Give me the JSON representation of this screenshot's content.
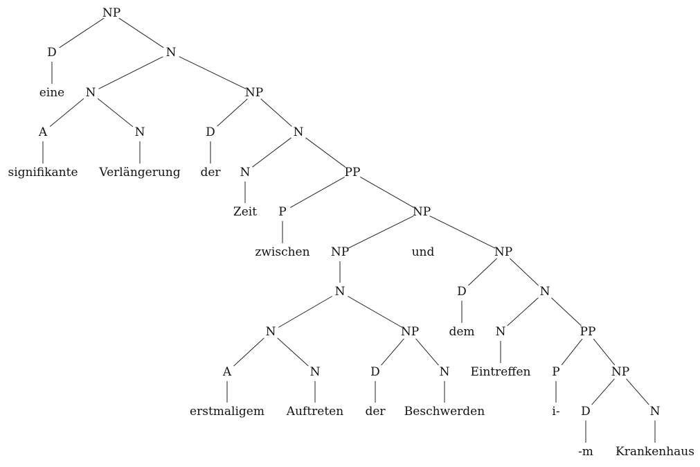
{
  "tree": {
    "nodes": [
      {
        "id": "n0",
        "label": "NP"
      },
      {
        "id": "n1",
        "label": "D"
      },
      {
        "id": "n2",
        "label": "N"
      },
      {
        "id": "n3",
        "label": "eine"
      },
      {
        "id": "n4",
        "label": "N"
      },
      {
        "id": "n5",
        "label": "NP"
      },
      {
        "id": "n6",
        "label": "A"
      },
      {
        "id": "n7",
        "label": "N"
      },
      {
        "id": "n8",
        "label": "D"
      },
      {
        "id": "n9",
        "label": "N"
      },
      {
        "id": "n10",
        "label": "signifikante"
      },
      {
        "id": "n11",
        "label": "Verlängerung"
      },
      {
        "id": "n12",
        "label": "der"
      },
      {
        "id": "n13",
        "label": "N"
      },
      {
        "id": "n14",
        "label": "PP"
      },
      {
        "id": "n15",
        "label": "Zeit"
      },
      {
        "id": "n16",
        "label": "P"
      },
      {
        "id": "n17",
        "label": "NP"
      },
      {
        "id": "n18",
        "label": "zwischen"
      },
      {
        "id": "n19",
        "label": "NP"
      },
      {
        "id": "n20",
        "label": "und"
      },
      {
        "id": "n21",
        "label": "NP"
      },
      {
        "id": "n22",
        "label": "N"
      },
      {
        "id": "n23",
        "label": "D"
      },
      {
        "id": "n24",
        "label": "N"
      },
      {
        "id": "n25",
        "label": "N"
      },
      {
        "id": "n26",
        "label": "NP"
      },
      {
        "id": "n27",
        "label": "dem"
      },
      {
        "id": "n28",
        "label": "N"
      },
      {
        "id": "n29",
        "label": "PP"
      },
      {
        "id": "n30",
        "label": "A"
      },
      {
        "id": "n31",
        "label": "N"
      },
      {
        "id": "n32",
        "label": "D"
      },
      {
        "id": "n33",
        "label": "N"
      },
      {
        "id": "n34",
        "label": "Eintreffen"
      },
      {
        "id": "n35",
        "label": "P"
      },
      {
        "id": "n36",
        "label": "NP"
      },
      {
        "id": "n37",
        "label": "erstmaligem"
      },
      {
        "id": "n38",
        "label": "Auftreten"
      },
      {
        "id": "n39",
        "label": "der"
      },
      {
        "id": "n40",
        "label": "Beschwerden"
      },
      {
        "id": "n41",
        "label": "i-"
      },
      {
        "id": "n42",
        "label": "D"
      },
      {
        "id": "n43",
        "label": "N"
      },
      {
        "id": "n44",
        "label": "-m"
      },
      {
        "id": "n45",
        "label": "Krankenhaus"
      }
    ],
    "edges": [
      [
        "n0",
        "n1"
      ],
      [
        "n0",
        "n2"
      ],
      [
        "n1",
        "n3"
      ],
      [
        "n2",
        "n4"
      ],
      [
        "n2",
        "n5"
      ],
      [
        "n4",
        "n6"
      ],
      [
        "n4",
        "n7"
      ],
      [
        "n6",
        "n10"
      ],
      [
        "n7",
        "n11"
      ],
      [
        "n5",
        "n8"
      ],
      [
        "n5",
        "n9"
      ],
      [
        "n8",
        "n12"
      ],
      [
        "n9",
        "n13"
      ],
      [
        "n9",
        "n14"
      ],
      [
        "n13",
        "n15"
      ],
      [
        "n14",
        "n16"
      ],
      [
        "n14",
        "n17"
      ],
      [
        "n16",
        "n18"
      ],
      [
        "n17",
        "n19"
      ],
      [
        "n17",
        "n21"
      ],
      [
        "n19",
        "n22"
      ],
      [
        "n22",
        "n25"
      ],
      [
        "n22",
        "n26"
      ],
      [
        "n25",
        "n30"
      ],
      [
        "n25",
        "n31"
      ],
      [
        "n30",
        "n37"
      ],
      [
        "n31",
        "n38"
      ],
      [
        "n26",
        "n32"
      ],
      [
        "n26",
        "n33"
      ],
      [
        "n32",
        "n39"
      ],
      [
        "n33",
        "n40"
      ],
      [
        "n21",
        "n23"
      ],
      [
        "n21",
        "n24"
      ],
      [
        "n23",
        "n27"
      ],
      [
        "n24",
        "n28"
      ],
      [
        "n24",
        "n29"
      ],
      [
        "n28",
        "n34"
      ],
      [
        "n29",
        "n35"
      ],
      [
        "n29",
        "n36"
      ],
      [
        "n35",
        "n41"
      ],
      [
        "n36",
        "n42"
      ],
      [
        "n36",
        "n43"
      ],
      [
        "n42",
        "n44"
      ],
      [
        "n43",
        "n45"
      ]
    ]
  }
}
